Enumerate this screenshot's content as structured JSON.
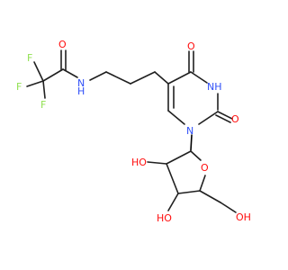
{
  "colors": {
    "carbon_bond": "#202020",
    "oxygen": "#ff0d0d",
    "nitrogen": "#3050f8",
    "fluorine": "#90e050",
    "stereo_bond": "#3050f8"
  },
  "atoms": {
    "o_amide": "O",
    "f_top": "F",
    "f_left": "F",
    "f_bottom": "F",
    "nh_amide": "N",
    "nh_amide_h": "H",
    "o_c4": "O",
    "nh_ring": "NH",
    "o_c2": "O",
    "n1": "N",
    "o_ring": "O",
    "oh_c2p": "HO",
    "oh_c3p": "HO",
    "oh_c5p": "OH"
  }
}
